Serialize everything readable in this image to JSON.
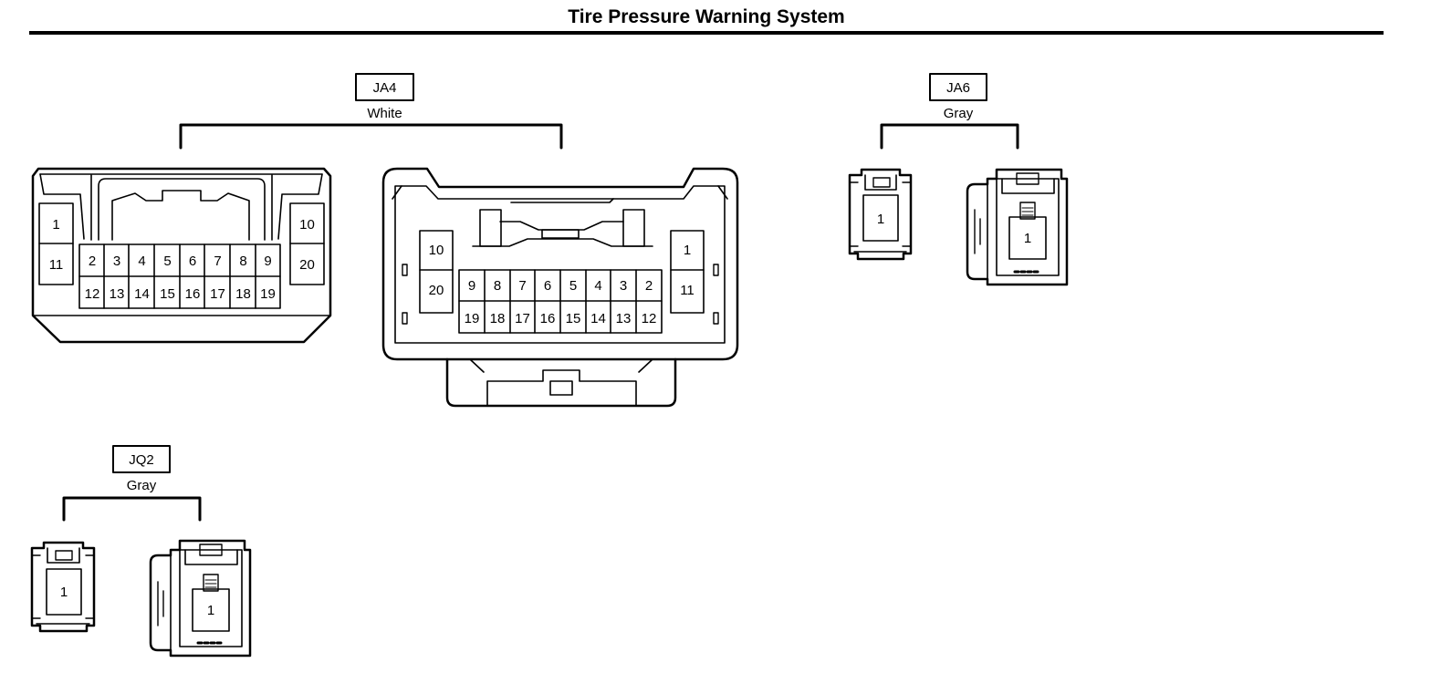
{
  "title": "Tire Pressure Warning System",
  "connectors": {
    "ja4": {
      "code": "JA4",
      "color": "White",
      "male_pins": {
        "left": [
          "1",
          "11"
        ],
        "right": [
          "10",
          "20"
        ],
        "top_row": [
          "2",
          "3",
          "4",
          "5",
          "6",
          "7",
          "8",
          "9"
        ],
        "bottom_row": [
          "12",
          "13",
          "14",
          "15",
          "16",
          "17",
          "18",
          "19"
        ]
      },
      "female_pins": {
        "left": [
          "10",
          "20"
        ],
        "right": [
          "1",
          "11"
        ],
        "top_row": [
          "9",
          "8",
          "7",
          "6",
          "5",
          "4",
          "3",
          "2"
        ],
        "bottom_row": [
          "19",
          "18",
          "17",
          "16",
          "15",
          "14",
          "13",
          "12"
        ]
      }
    },
    "ja6": {
      "code": "JA6",
      "color": "Gray",
      "male_pin": "1",
      "female_pin": "1"
    },
    "jq2": {
      "code": "JQ2",
      "color": "Gray",
      "male_pin": "1",
      "female_pin": "1"
    }
  }
}
